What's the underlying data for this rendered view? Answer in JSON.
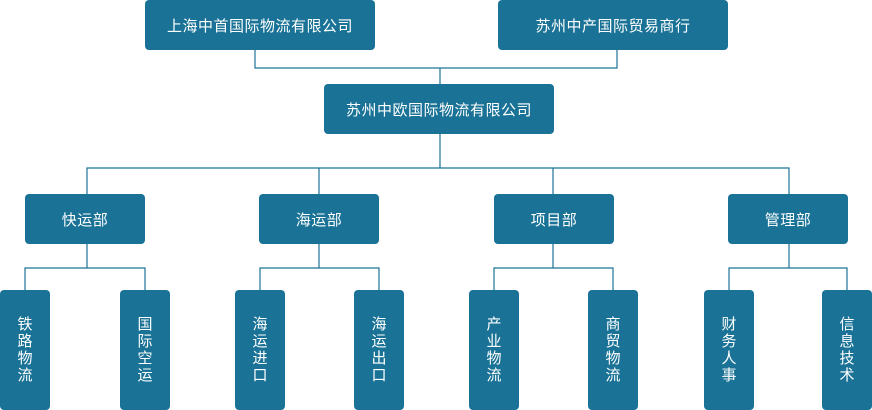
{
  "owners": [
    {
      "label": "上海中首国际物流有限公司"
    },
    {
      "label": "苏州中产国际贸易商行"
    }
  ],
  "company": {
    "label": "苏州中欧国际物流有限公司"
  },
  "departments": [
    {
      "label": "快运部",
      "units": [
        "铁路物流",
        "国际空运"
      ]
    },
    {
      "label": "海运部",
      "units": [
        "海运进口",
        "海运出口"
      ]
    },
    {
      "label": "项目部",
      "units": [
        "产业物流",
        "商贸物流"
      ]
    },
    {
      "label": "管理部",
      "units": [
        "财务人事",
        "信息技术"
      ]
    }
  ],
  "colors": {
    "box": "#1a7396",
    "line": "#1a7396",
    "text": "#ffffff"
  }
}
